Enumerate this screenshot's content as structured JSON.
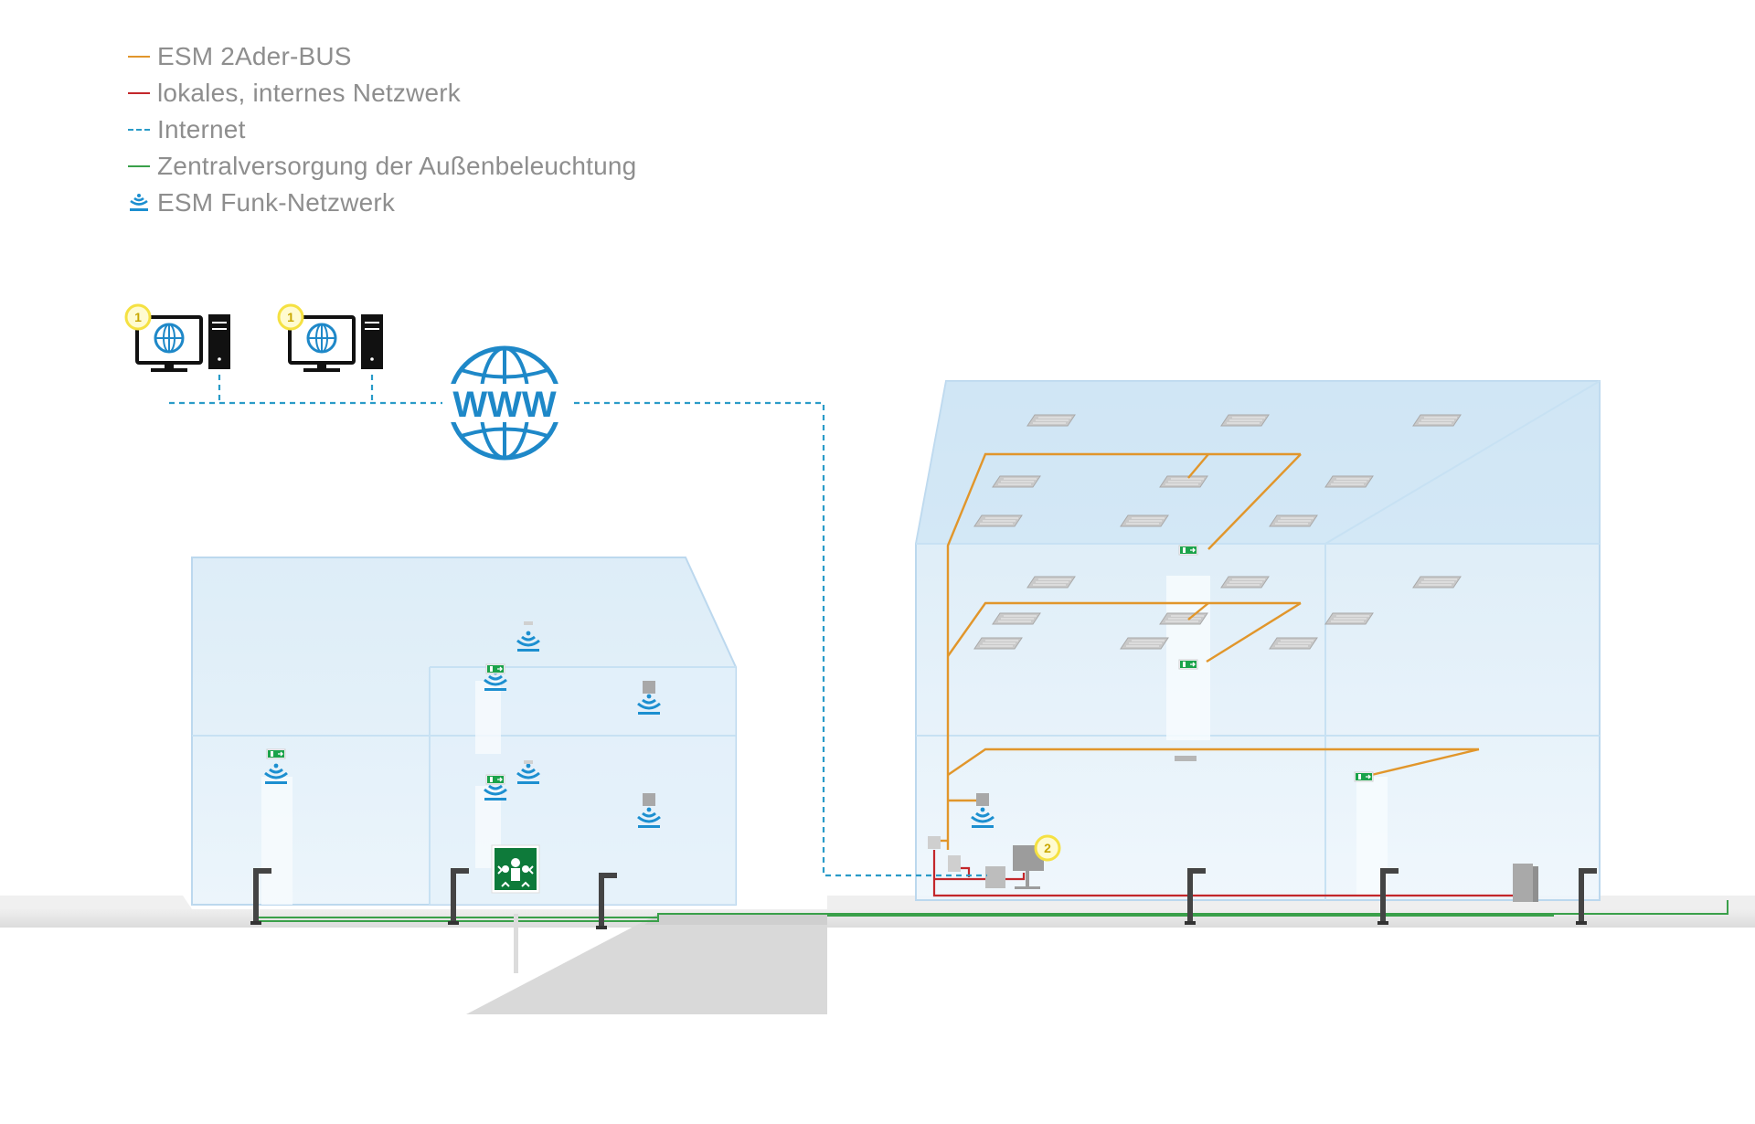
{
  "legend": {
    "items": [
      {
        "label": "ESM 2Ader-BUS",
        "style": "solid",
        "color": "#e1962b",
        "icon": "line"
      },
      {
        "label": "lokales, internes Netzwerk",
        "style": "solid",
        "color": "#c3272b",
        "icon": "line"
      },
      {
        "label": "Internet",
        "style": "dashed",
        "color": "#2a9bc8",
        "icon": "line"
      },
      {
        "label": "Zentralversorgung der Außenbeleuchtung",
        "style": "solid",
        "color": "#3aa04a",
        "icon": "line"
      },
      {
        "label": "ESM Funk-Netzwerk",
        "style": "wireless",
        "color": "#1c8fd0",
        "icon": "wifi-icon"
      }
    ]
  },
  "nodes": {
    "workstation_badge_1": "1",
    "workstation_badge_2": "1",
    "www_label": "WWW",
    "central_badge": "2"
  },
  "colors": {
    "bus": "#e1962b",
    "lan": "#c3272b",
    "internet": "#2a9bc8",
    "outdoor": "#3aa04a",
    "wireless": "#1c8fd0",
    "badge": "#f5e142",
    "exit_sign": "#1aa34a",
    "assembly_sign": "#0e7a3a"
  }
}
